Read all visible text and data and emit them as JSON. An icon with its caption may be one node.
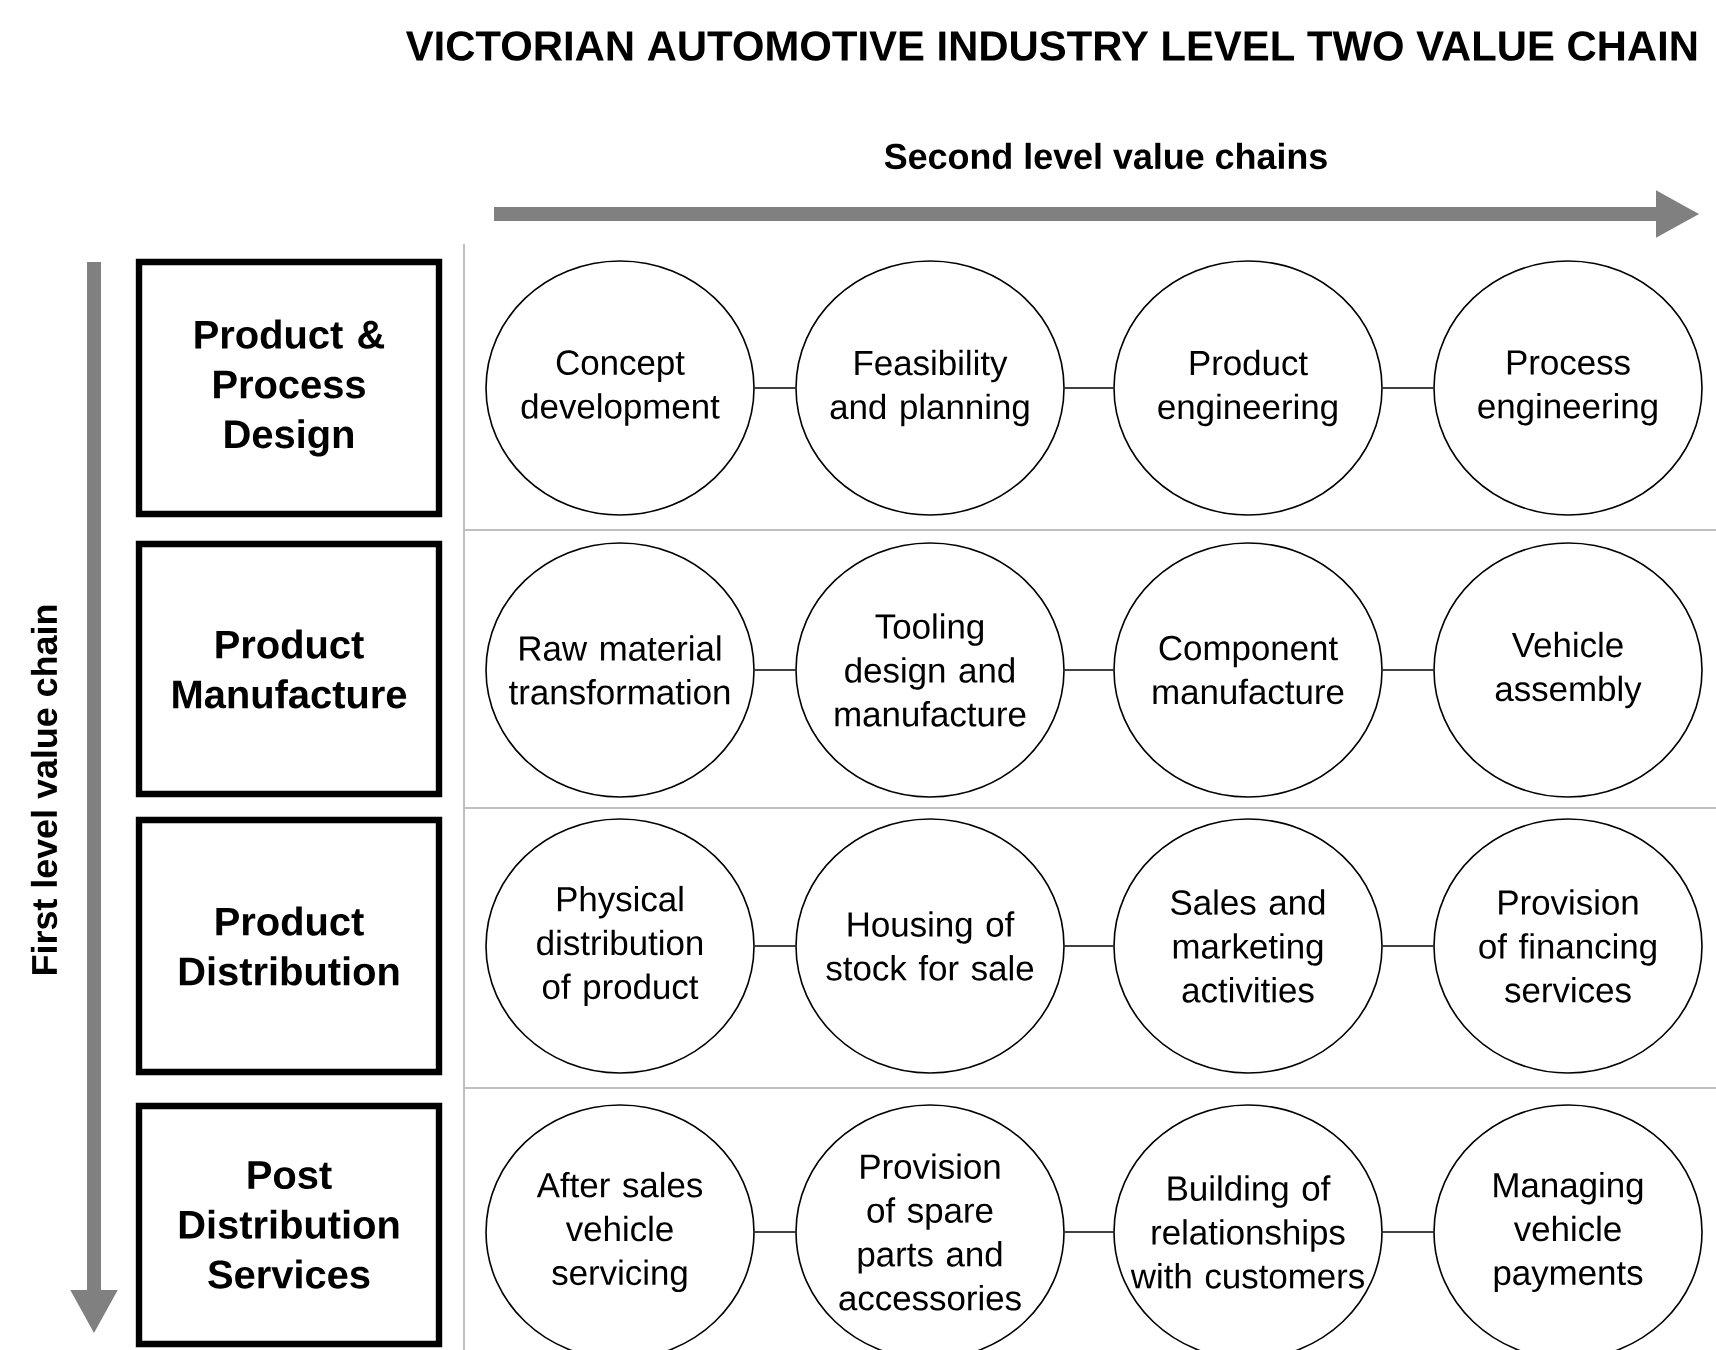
{
  "diagram": {
    "title": "VICTORIAN AUTOMOTIVE INDUSTRY LEVEL TWO VALUE CHAIN",
    "nodes": [
      {
        "text": [
          "Product & Process Design"
        ]
      },
      {
        "text": [
          "Concept development"
        ]
      },
      {
        "text": [
          "Feasibility and planning"
        ]
      },
      {
        "text": [
          "Product engineering"
        ]
      },
      {
        "text": [
          "Process engineering"
        ]
      },
      {
        "text": [
          "Product Manufacture"
        ]
      },
      {
        "text": [
          "Raw material transformation"
        ]
      },
      {
        "text": [
          "Tooling design and manufacture"
        ]
      },
      {
        "text": [
          "Component manufacture"
        ]
      },
      {
        "text": [
          "Vehicle assembly"
        ]
      },
      {
        "text": [
          "Product Distribution"
        ]
      },
      {
        "text": [
          "Physical distribution of product"
        ]
      },
      {
        "text": [
          "Housing of stock for sale"
        ]
      },
      {
        "text": [
          "Sales and marketing activities"
        ]
      },
      {
        "text": [
          "Provision of financing services"
        ]
      },
      {
        "text": [
          "Post Distribution Services"
        ]
      },
      {
        "text": [
          "After sales vehicle servicing"
        ]
      },
      {
        "text": [
          "Provision of spare parts and accessories"
        ]
      },
      {
        "text": [
          "Building of relationships with customers"
        ]
      },
      {
        "text": [
          "Managing vehicle payments"
        ]
      }
    ],
    "edges": [
      {
        "from": 1,
        "to": 2,
        "arrow": "none"
      },
      {
        "from": 2,
        "to": 3,
        "arrow": "none"
      },
      {
        "from": 3,
        "to": 4,
        "arrow": "none"
      },
      {
        "from": 6,
        "to": 7,
        "arrow": "none"
      },
      {
        "from": 7,
        "to": 8,
        "arrow": "none"
      },
      {
        "from": 8,
        "to": 9,
        "arrow": "none"
      },
      {
        "from": 11,
        "to": 12,
        "arrow": "none"
      },
      {
        "from": 12,
        "to": 13,
        "arrow": "none"
      },
      {
        "from": 13,
        "to": 14,
        "arrow": "none"
      },
      {
        "from": 16,
        "to": 17,
        "arrow": "none"
      },
      {
        "from": 17,
        "to": 18,
        "arrow": "none"
      },
      {
        "from": 18,
        "to": 19,
        "arrow": "none"
      }
    ],
    "labels": [
      "Second level value chains",
      "First level value chain"
    ]
  }
}
